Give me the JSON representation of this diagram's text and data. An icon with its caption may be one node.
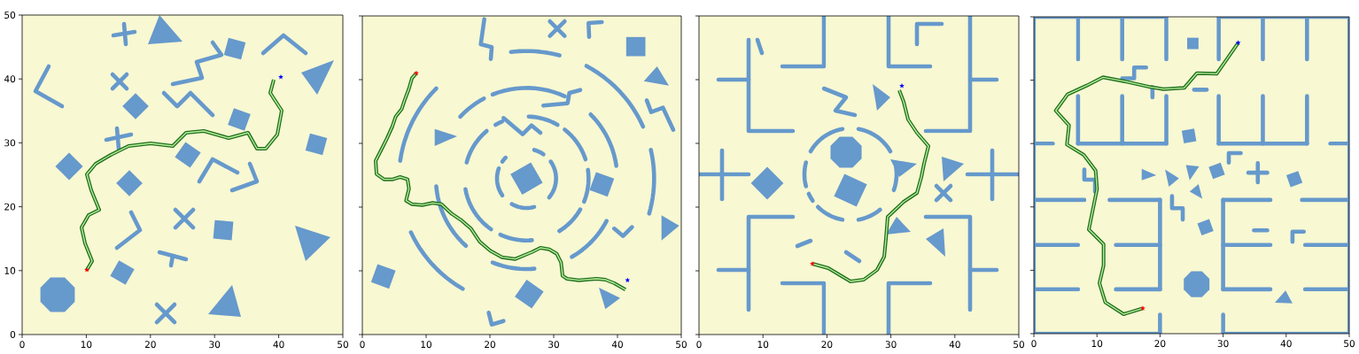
{
  "diagram": {
    "labels": [
      "50",
      "40",
      "30",
      "20",
      "10",
      "0",
      "0",
      "10",
      "20",
      "30",
      "40",
      "50",
      "0",
      "10",
      "20",
      "30",
      "40",
      "50",
      "0",
      "10",
      "20",
      "30",
      "40",
      "50",
      "0",
      "10",
      "20",
      "30",
      "40",
      "50"
    ]
  }
}
